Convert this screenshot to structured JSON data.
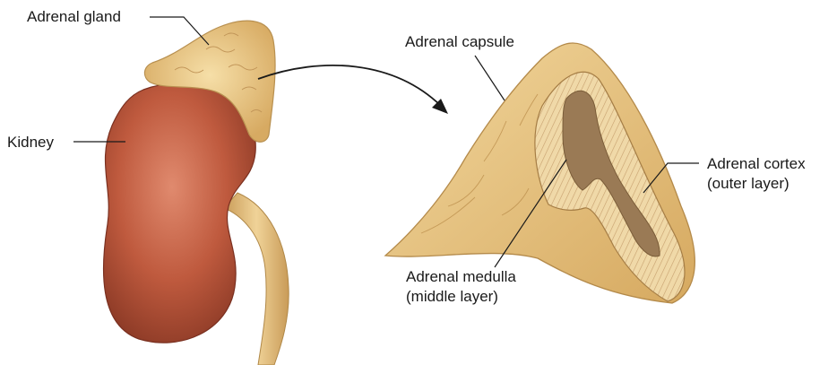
{
  "labels": {
    "adrenal_gland": "Adrenal gland",
    "kidney": "Kidney",
    "adrenal_capsule": "Adrenal capsule",
    "adrenal_cortex_line1": "Adrenal cortex",
    "adrenal_cortex_line2": "(outer layer)",
    "adrenal_medulla_line1": "Adrenal medulla",
    "adrenal_medulla_line2": "(middle layer)"
  },
  "colors": {
    "gland_tan": "#e7c88a",
    "gland_outline": "#b89050",
    "kidney_red": "#b5533a",
    "kidney_dark": "#8c3a26",
    "ureter": "#e4c382",
    "cortex_stripes": "#c7a06e",
    "medulla": "#9a7a55",
    "text": "#1a1a1a"
  }
}
